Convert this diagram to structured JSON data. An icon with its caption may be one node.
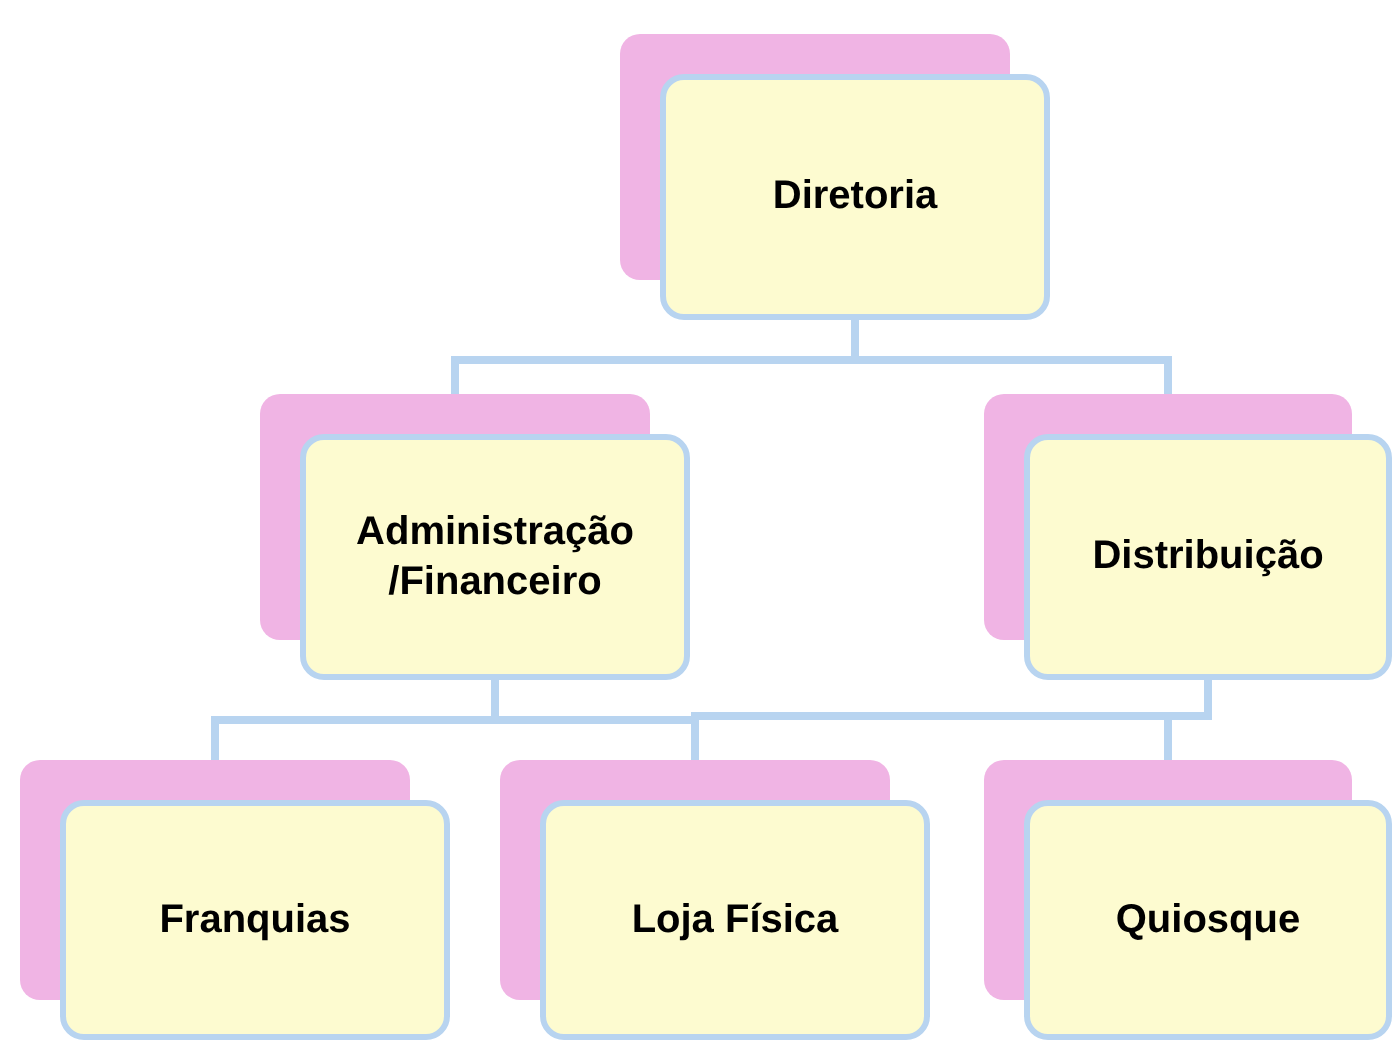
{
  "diagram": {
    "nodes": [
      {
        "text": [
          "Diretoria"
        ]
      },
      {
        "text": [
          "Administração /Financeiro"
        ]
      },
      {
        "text": [
          "Distribuição"
        ]
      },
      {
        "text": [
          "Franquias"
        ]
      },
      {
        "text": [
          "Loja Física"
        ]
      },
      {
        "text": [
          "Quiosque"
        ]
      }
    ],
    "edges": [
      {
        "from": 0,
        "to": 1,
        "arrow": "none"
      },
      {
        "from": 0,
        "to": 2,
        "arrow": "none"
      },
      {
        "from": 1,
        "to": 3,
        "arrow": "none"
      },
      {
        "from": 1,
        "to": 4,
        "arrow": "none"
      },
      {
        "from": 2,
        "to": 4,
        "arrow": "none"
      },
      {
        "from": 2,
        "to": 5,
        "arrow": "none"
      }
    ]
  }
}
